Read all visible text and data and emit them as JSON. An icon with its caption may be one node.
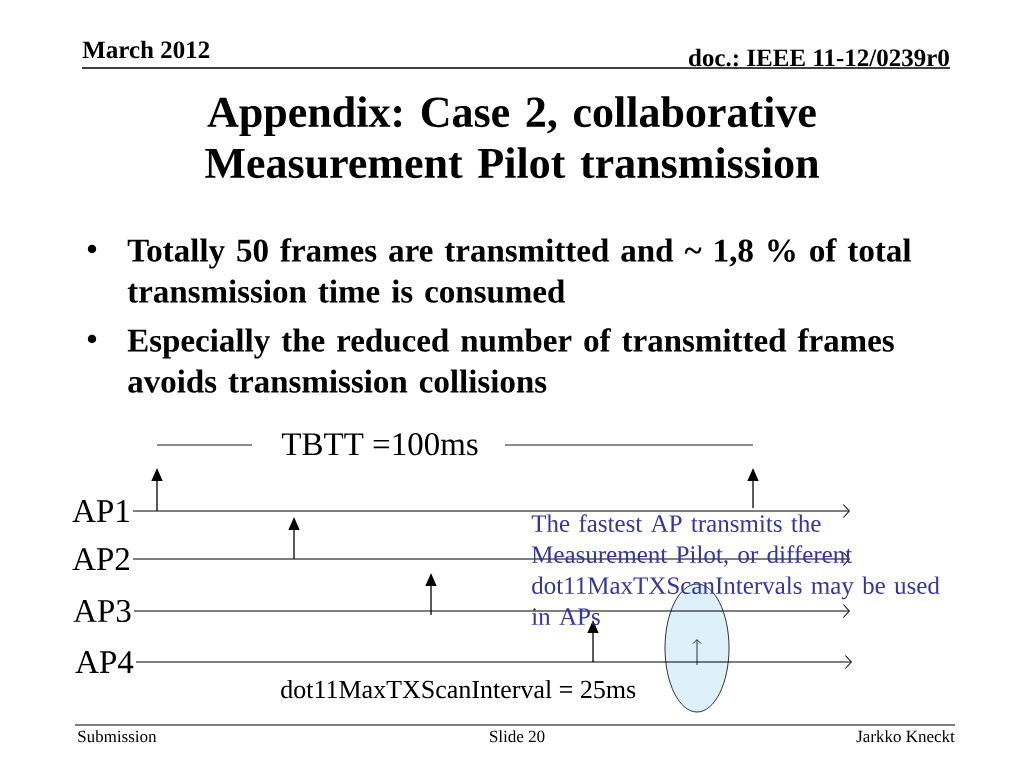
{
  "diagram": {
    "title": "Appendix: Case 2, collaborative Measurement Pilot transmission",
    "labels": [
      "March 2012",
      "doc.: IEEE 11-12/0239r0",
      "Totally 50 frames are transmitted and ~ 1,8 % of total transmission time is consumed",
      "Especially the reduced number of transmitted frames avoids transmission collisions",
      "TBTT =100ms",
      "AP1",
      "The fastest AP transmits the Measurement Pilot, or different dot11MaxTXScanIntervals may be used in APs",
      "AP2",
      "AP3",
      "AP4",
      "dot11MaxTXScanInterval = 25ms",
      "Submission",
      "Slide 20",
      "Jarkko Kneckt"
    ]
  }
}
